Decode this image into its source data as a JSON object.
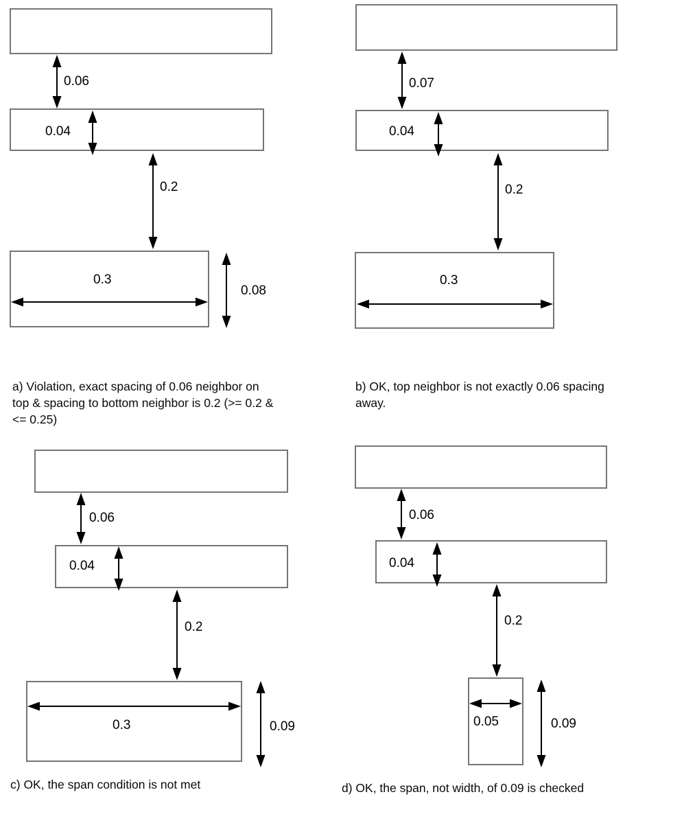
{
  "figure": {
    "colors": {
      "rect_border": "#757575",
      "arrow": "#000000",
      "text": "#000000",
      "background": "#ffffff"
    },
    "panels": [
      {
        "id": "a",
        "caption": "a) Violation, exact spacing of 0.06 neighbor on\ntop & spacing to bottom neighbor is 0.2 (>= 0.2 &\n<= 0.25)",
        "labels": {
          "top_gap": "0.06",
          "mid_height": "0.04",
          "bottom_gap": "0.2",
          "bottom_h": "0.3",
          "bottom_v": "0.08"
        }
      },
      {
        "id": "b",
        "caption": "b) OK, top neighbor is not exactly 0.06 spacing\naway.",
        "labels": {
          "top_gap": "0.07",
          "mid_height": "0.04",
          "bottom_gap": "0.2",
          "bottom_h": "0.3"
        }
      },
      {
        "id": "c",
        "caption": "c) OK, the span condition is not met",
        "labels": {
          "top_gap": "0.06",
          "mid_height": "0.04",
          "bottom_gap": "0.2",
          "bottom_h": "0.3",
          "bottom_v": "0.09"
        }
      },
      {
        "id": "d",
        "caption": "d) OK, the span, not width, of 0.09 is checked",
        "labels": {
          "top_gap": "0.06",
          "mid_height": "0.04",
          "bottom_gap": "0.2",
          "bottom_h": "0.05",
          "bottom_v": "0.09"
        }
      }
    ]
  }
}
